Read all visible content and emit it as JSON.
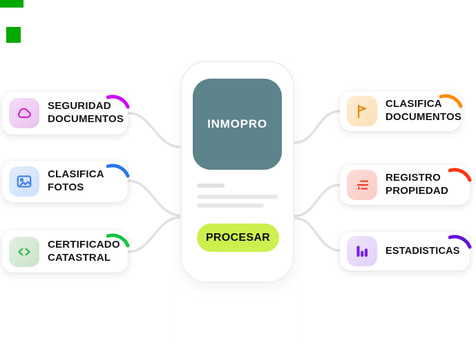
{
  "artifacts": {
    "artifact_color": "#00a800"
  },
  "phone": {
    "app_name": "INMOPRO",
    "button_label": "PROCESAR",
    "tile_color": "#5d838b",
    "button_color": "#ccf04e"
  },
  "connectors": {
    "color": "#e1e1e1"
  },
  "cards": [
    {
      "title": "SEGURIDAD DOCUMENTOS",
      "icon": "cloud-icon",
      "side": "left",
      "accent": "#cc00ff",
      "tile_from": "#f6ddf8",
      "tile_to": "#e9c3ef",
      "icon_color": "#cf1fd1"
    },
    {
      "title": "CLASIFICA FOTOS",
      "icon": "image-icon",
      "side": "left",
      "accent": "#2b76f0",
      "tile_from": "#e2edfd",
      "tile_to": "#cfe0fb",
      "icon_color": "#3d7ef0"
    },
    {
      "title": "CERTIFICADO CATASTRAL",
      "icon": "code-icon",
      "side": "left",
      "accent": "#17c23e",
      "tile_from": "#e2f0e0",
      "tile_to": "#c9e4c9",
      "icon_color": "#2fb344"
    },
    {
      "title": "CLASIFICA DOCUMENTOS",
      "icon": "flag-icon",
      "side": "right",
      "accent": "#ff8a00",
      "tile_from": "#fdeed6",
      "tile_to": "#fcdfb4",
      "icon_color": "#f08418"
    },
    {
      "title": "REGISTRO PROPIEDAD",
      "icon": "list-flame-icon",
      "side": "right",
      "accent": "#ff3312",
      "tile_from": "#fcdcd8",
      "tile_to": "#fccbc4",
      "icon_color": "#f03a22"
    },
    {
      "title": "ESTADISTICAS",
      "icon": "bar-chart-icon",
      "side": "right",
      "accent": "#6412d8",
      "tile_from": "#efe5fb",
      "tile_to": "#e0d1f8",
      "icon_color": "#7a1fe0"
    }
  ]
}
